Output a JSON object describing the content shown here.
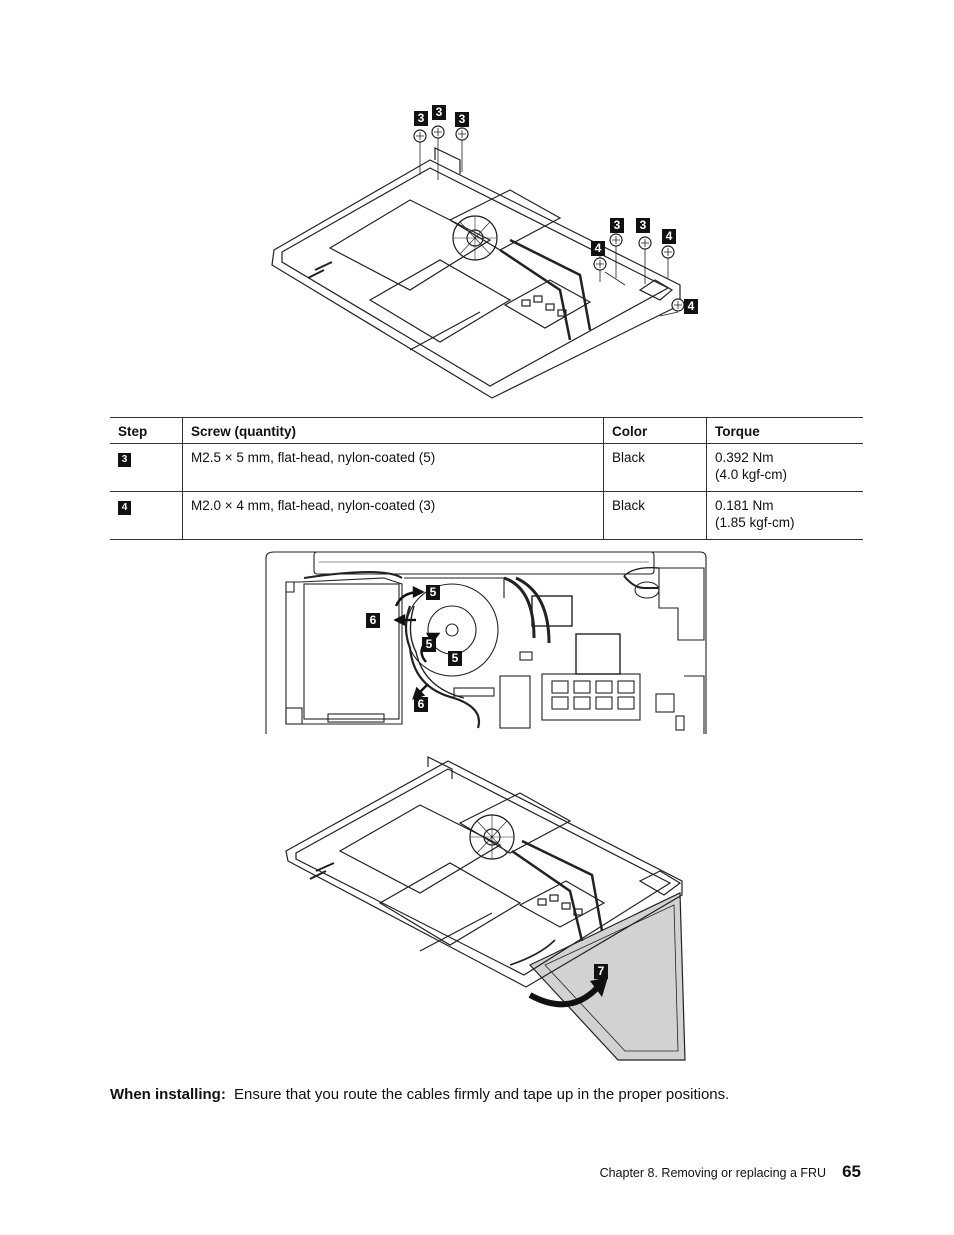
{
  "figure1": {
    "callouts": [
      "3",
      "3",
      "3",
      "3",
      "3",
      "4",
      "4",
      "4"
    ]
  },
  "table": {
    "headers": {
      "step": "Step",
      "screw": "Screw (quantity)",
      "color": "Color",
      "torque": "Torque"
    },
    "rows": [
      {
        "step": "3",
        "screw": "M2.5 × 5 mm, flat-head, nylon-coated (5)",
        "color": "Black",
        "torque_nm": "0.392 Nm",
        "torque_kgf": "(4.0 kgf-cm)"
      },
      {
        "step": "4",
        "screw": "M2.0 × 4 mm, flat-head, nylon-coated (3)",
        "color": "Black",
        "torque_nm": "0.181 Nm",
        "torque_kgf": "(1.85 kgf-cm)"
      }
    ]
  },
  "figure2": {
    "callouts": [
      "5",
      "6",
      "5",
      "5",
      "6"
    ]
  },
  "figure3": {
    "callouts": [
      "7"
    ]
  },
  "note": {
    "label": "When installing:",
    "text": "Ensure that you route the cables firmly and tape up in the proper positions."
  },
  "footer": {
    "chapter": "Chapter 8. Removing or replacing a FRU",
    "page_number": "65"
  }
}
